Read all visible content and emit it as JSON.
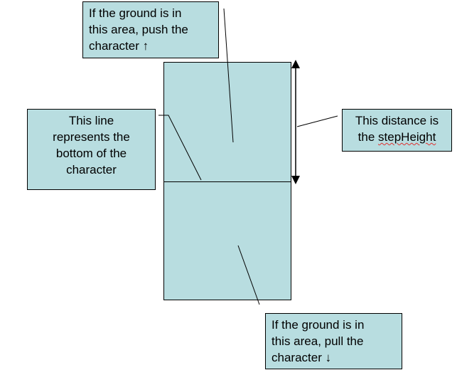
{
  "top_callout": {
    "lines": [
      "If the ground is in",
      "this area, push the",
      "character  ↑"
    ]
  },
  "left_callout": {
    "lines": [
      "This line",
      "represents the",
      "bottom of the",
      "character"
    ]
  },
  "right_callout": {
    "line1": "This distance is",
    "line2_prefix": "the ",
    "line2_word": "stepHeight"
  },
  "bottom_callout": {
    "lines": [
      "If the ground is in",
      "this area, pull the",
      "character   ↓"
    ]
  },
  "colors": {
    "fill": "#b8dde0",
    "stroke": "#000000",
    "spellcheck_underline": "#e03030"
  }
}
